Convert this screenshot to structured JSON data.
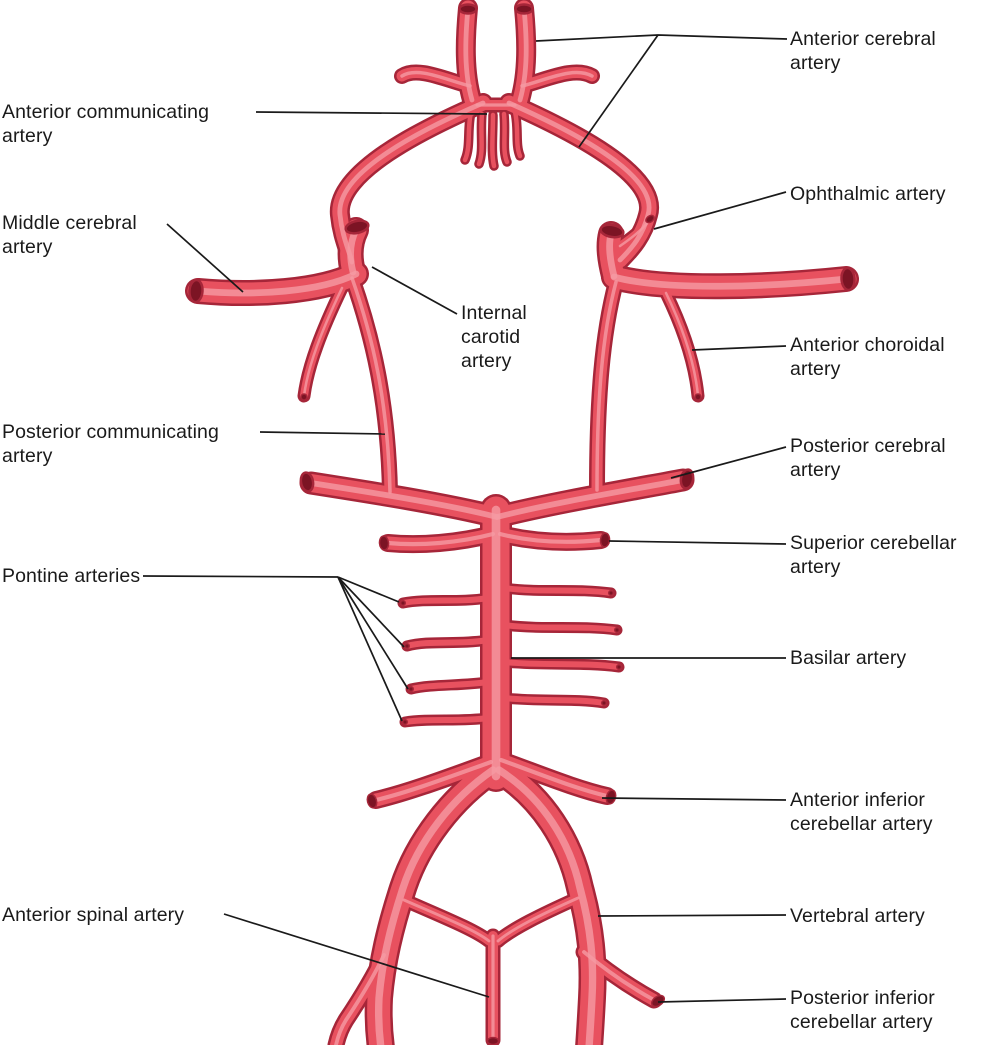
{
  "figure": {
    "colors": {
      "artery_main": "#e8515f",
      "artery_outline": "#a62639",
      "artery_highlight": "#f59aa2",
      "artery_lumen": "#7c1424",
      "leader_line": "#1a1a1a",
      "label_text": "#1a1a1a",
      "background": "#ffffff"
    },
    "labels": [
      {
        "id": "anterior-cerebral-artery",
        "text": "Anterior cerebral artery"
      },
      {
        "id": "anterior-communicating-artery",
        "text": "Anterior communicating artery"
      },
      {
        "id": "ophthalmic-artery",
        "text": "Ophthalmic artery"
      },
      {
        "id": "middle-cerebral-artery",
        "text": "Middle cerebral artery"
      },
      {
        "id": "internal-carotid-artery",
        "text": "Internal carotid artery"
      },
      {
        "id": "anterior-choroidal-artery",
        "text": "Anterior choroidal artery"
      },
      {
        "id": "posterior-communicating-artery",
        "text": "Posterior communicating artery"
      },
      {
        "id": "posterior-cerebral-artery",
        "text": "Posterior cerebral artery"
      },
      {
        "id": "superior-cerebellar-artery",
        "text": "Superior cerebellar artery"
      },
      {
        "id": "pontine-arteries",
        "text": "Pontine arteries"
      },
      {
        "id": "basilar-artery",
        "text": "Basilar artery"
      },
      {
        "id": "anterior-inferior-cerebellar-artery",
        "text": "Anterior inferior cerebellar artery"
      },
      {
        "id": "anterior-spinal-artery",
        "text": "Anterior spinal artery"
      },
      {
        "id": "vertebral-artery",
        "text": "Vertebral artery"
      },
      {
        "id": "posterior-inferior-cerebellar-artery",
        "text": "Posterior inferior cerebellar artery"
      }
    ]
  }
}
